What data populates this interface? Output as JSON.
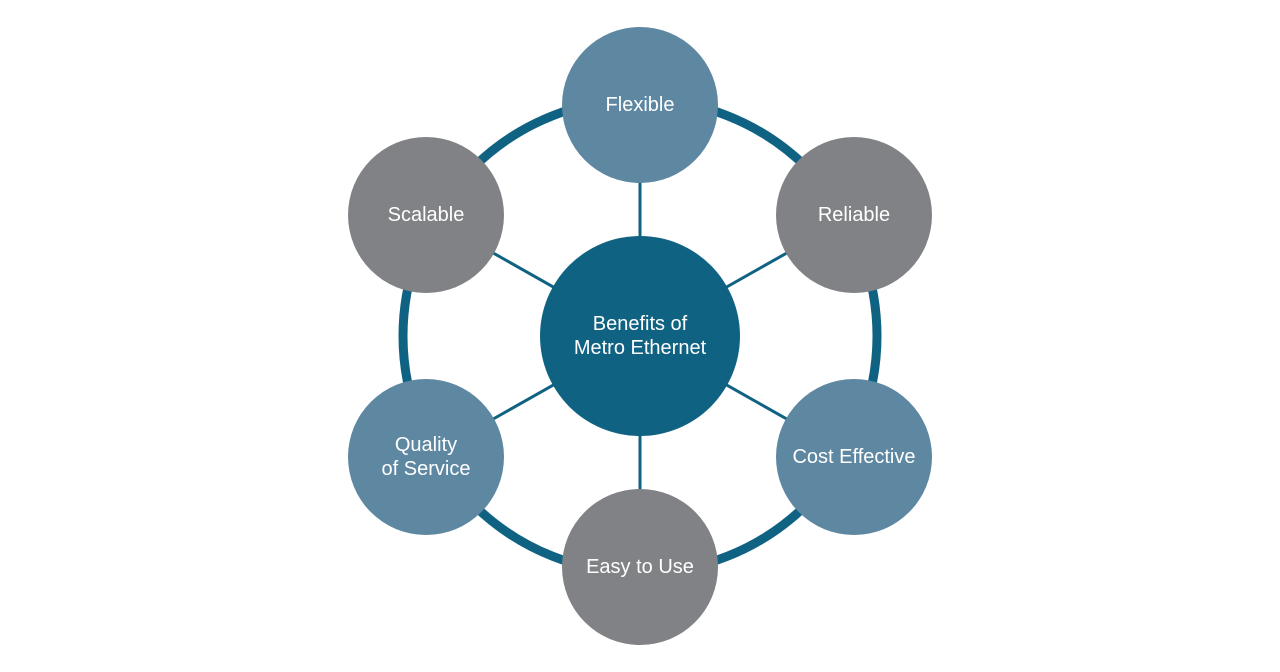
{
  "diagram": {
    "center": {
      "line1": "Benefits of",
      "line2": "Metro Ethernet",
      "color": "#106282"
    },
    "colors": {
      "ring": "#106282",
      "spoke": "#106282",
      "blue_node": "#5e87a2",
      "gray_node": "#818286"
    },
    "nodes": [
      {
        "id": "flexible",
        "line1": "Flexible",
        "line2": "",
        "tone": "blue"
      },
      {
        "id": "reliable",
        "line1": "Reliable",
        "line2": "",
        "tone": "gray"
      },
      {
        "id": "cost",
        "line1": "Cost Effective",
        "line2": "",
        "tone": "blue"
      },
      {
        "id": "easy",
        "line1": "Easy to Use",
        "line2": "",
        "tone": "gray"
      },
      {
        "id": "quality",
        "line1": "Quality",
        "line2": "of Service",
        "tone": "blue"
      },
      {
        "id": "scalable",
        "line1": "Scalable",
        "line2": "",
        "tone": "gray"
      }
    ]
  }
}
